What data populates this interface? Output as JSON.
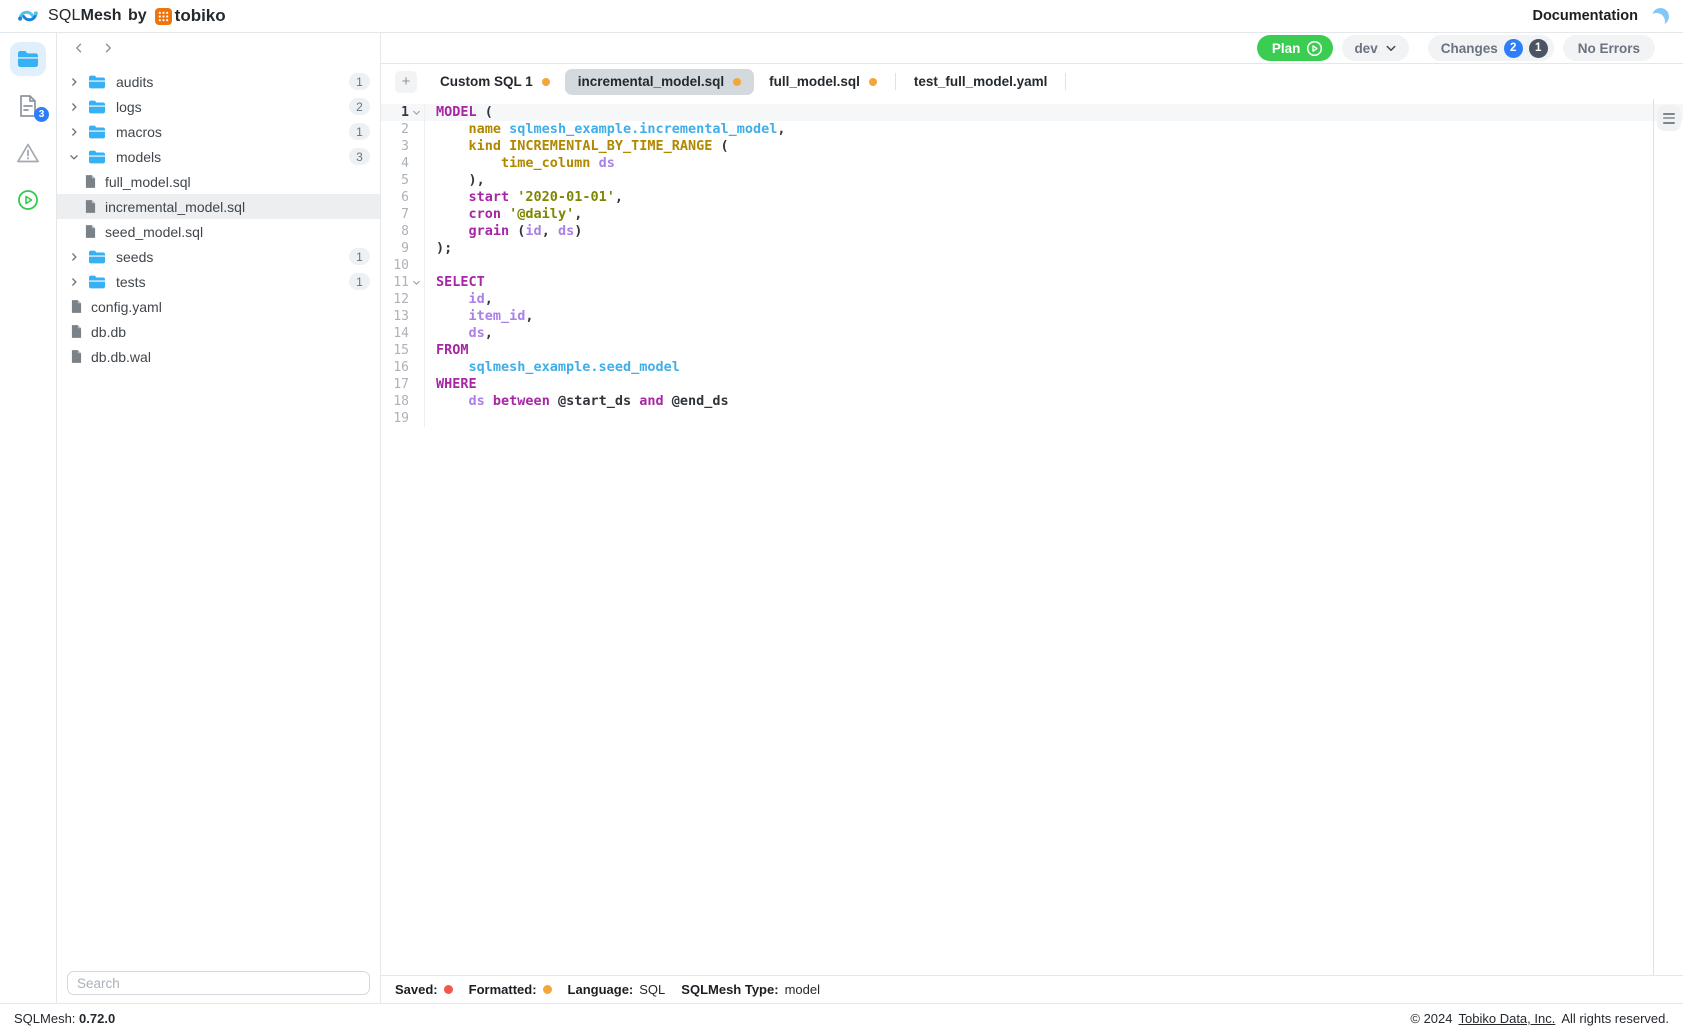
{
  "header": {
    "brand": {
      "sql": "SQL",
      "mesh": "Mesh",
      "by": "by",
      "tobiko": "tobiko"
    },
    "documentation_label": "Documentation"
  },
  "rail": {
    "docs_badge_count": "3"
  },
  "sidebar": {
    "tree": [
      {
        "type": "folder",
        "label": "audits",
        "badge": "1",
        "expanded": false
      },
      {
        "type": "folder",
        "label": "logs",
        "badge": "2",
        "expanded": false
      },
      {
        "type": "folder",
        "label": "macros",
        "badge": "1",
        "expanded": false
      },
      {
        "type": "folder",
        "label": "models",
        "badge": "3",
        "expanded": true
      },
      {
        "type": "file",
        "label": "full_model.sql",
        "indent": 1
      },
      {
        "type": "file",
        "label": "incremental_model.sql",
        "indent": 1,
        "selected": true
      },
      {
        "type": "file",
        "label": "seed_model.sql",
        "indent": 1
      },
      {
        "type": "folder",
        "label": "seeds",
        "badge": "1",
        "expanded": false
      },
      {
        "type": "folder",
        "label": "tests",
        "badge": "1",
        "expanded": false
      },
      {
        "type": "file",
        "label": "config.yaml",
        "indent": 0
      },
      {
        "type": "file",
        "label": "db.db",
        "indent": 0
      },
      {
        "type": "file",
        "label": "db.db.wal",
        "indent": 0
      }
    ],
    "search_placeholder": "Search"
  },
  "toolbar": {
    "plan_label": "Plan",
    "env_label": "dev",
    "changes_label": "Changes",
    "changes_count_primary": "2",
    "changes_count_secondary": "1",
    "errors_label": "No Errors"
  },
  "tabs": [
    {
      "label": "Custom SQL 1",
      "dot": true,
      "active": false
    },
    {
      "label": "incremental_model.sql",
      "dot": true,
      "active": true
    },
    {
      "label": "full_model.sql",
      "dot": true,
      "active": false
    },
    {
      "label": "test_full_model.yaml",
      "dot": false,
      "active": false
    }
  ],
  "editor": {
    "lines": [
      {
        "n": "1",
        "fold": true,
        "active": true,
        "tokens": [
          [
            "kw",
            "MODEL"
          ],
          [
            "pl",
            " ("
          ]
        ]
      },
      {
        "n": "2",
        "tokens": [
          [
            "pl",
            "    "
          ],
          [
            "at",
            "name"
          ],
          [
            "pl",
            " "
          ],
          [
            "rf",
            "sqlmesh_example.incremental_model"
          ],
          [
            "pl",
            ","
          ]
        ]
      },
      {
        "n": "3",
        "tokens": [
          [
            "pl",
            "    "
          ],
          [
            "at",
            "kind"
          ],
          [
            "pl",
            " "
          ],
          [
            "at",
            "INCREMENTAL_BY_TIME_RANGE"
          ],
          [
            "pl",
            " ("
          ]
        ]
      },
      {
        "n": "4",
        "tokens": [
          [
            "pl",
            "        "
          ],
          [
            "at",
            "time_column"
          ],
          [
            "pl",
            " "
          ],
          [
            "cl",
            "ds"
          ]
        ]
      },
      {
        "n": "5",
        "tokens": [
          [
            "pl",
            "    ),"
          ]
        ]
      },
      {
        "n": "6",
        "tokens": [
          [
            "pl",
            "    "
          ],
          [
            "kw",
            "start"
          ],
          [
            "pl",
            " "
          ],
          [
            "st",
            "'2020-01-01'"
          ],
          [
            "pl",
            ","
          ]
        ]
      },
      {
        "n": "7",
        "tokens": [
          [
            "pl",
            "    "
          ],
          [
            "kw",
            "cron"
          ],
          [
            "pl",
            " "
          ],
          [
            "st",
            "'@daily'"
          ],
          [
            "pl",
            ","
          ]
        ]
      },
      {
        "n": "8",
        "tokens": [
          [
            "pl",
            "    "
          ],
          [
            "kw",
            "grain"
          ],
          [
            "pl",
            " ("
          ],
          [
            "cl",
            "id"
          ],
          [
            "pl",
            ", "
          ],
          [
            "cl",
            "ds"
          ],
          [
            "pl",
            ")"
          ]
        ]
      },
      {
        "n": "9",
        "tokens": [
          [
            "pl",
            ");"
          ]
        ]
      },
      {
        "n": "10",
        "tokens": []
      },
      {
        "n": "11",
        "fold": true,
        "tokens": [
          [
            "kw",
            "SELECT"
          ]
        ]
      },
      {
        "n": "12",
        "tokens": [
          [
            "pl",
            "    "
          ],
          [
            "cl",
            "id"
          ],
          [
            "pl",
            ","
          ]
        ]
      },
      {
        "n": "13",
        "tokens": [
          [
            "pl",
            "    "
          ],
          [
            "cl",
            "item_id"
          ],
          [
            "pl",
            ","
          ]
        ]
      },
      {
        "n": "14",
        "tokens": [
          [
            "pl",
            "    "
          ],
          [
            "cl",
            "ds"
          ],
          [
            "pl",
            ","
          ]
        ]
      },
      {
        "n": "15",
        "tokens": [
          [
            "kw",
            "FROM"
          ]
        ]
      },
      {
        "n": "16",
        "tokens": [
          [
            "pl",
            "    "
          ],
          [
            "rf",
            "sqlmesh_example.seed_model"
          ]
        ]
      },
      {
        "n": "17",
        "tokens": [
          [
            "kw",
            "WHERE"
          ]
        ]
      },
      {
        "n": "18",
        "tokens": [
          [
            "pl",
            "    "
          ],
          [
            "cl",
            "ds"
          ],
          [
            "pl",
            " "
          ],
          [
            "kw",
            "between"
          ],
          [
            "pl",
            " @start_ds "
          ],
          [
            "kw",
            "and"
          ],
          [
            "pl",
            " @end_ds"
          ]
        ]
      },
      {
        "n": "19",
        "tokens": []
      }
    ]
  },
  "statusbar": {
    "saved_label": "Saved:",
    "formatted_label": "Formatted:",
    "language_label": "Language:",
    "language_value": "SQL",
    "type_label": "SQLMesh Type:",
    "type_value": "model"
  },
  "footer": {
    "version_label": "SQLMesh:",
    "version_value": "0.72.0",
    "copyright_prefix": "© 2024",
    "company_link": "Tobiko Data, Inc.",
    "rights_text": "All rights reserved."
  },
  "colors": {
    "accent_green": "#3bcd51",
    "accent_blue": "#2d7ff9",
    "env_blue": "#2f88e0",
    "tab_dot_orange": "#f5a63b",
    "saved_dot_red": "#f2564d",
    "formatted_dot_orange": "#f5a63b",
    "folder_blue": "#38b0f4",
    "brand_orange": "#f0740a",
    "syntax_keyword": "#a626a4",
    "syntax_attribute": "#b08800",
    "syntax_reference": "#3fafe8",
    "syntax_column": "#a97fe8",
    "syntax_string": "#7d8600"
  }
}
